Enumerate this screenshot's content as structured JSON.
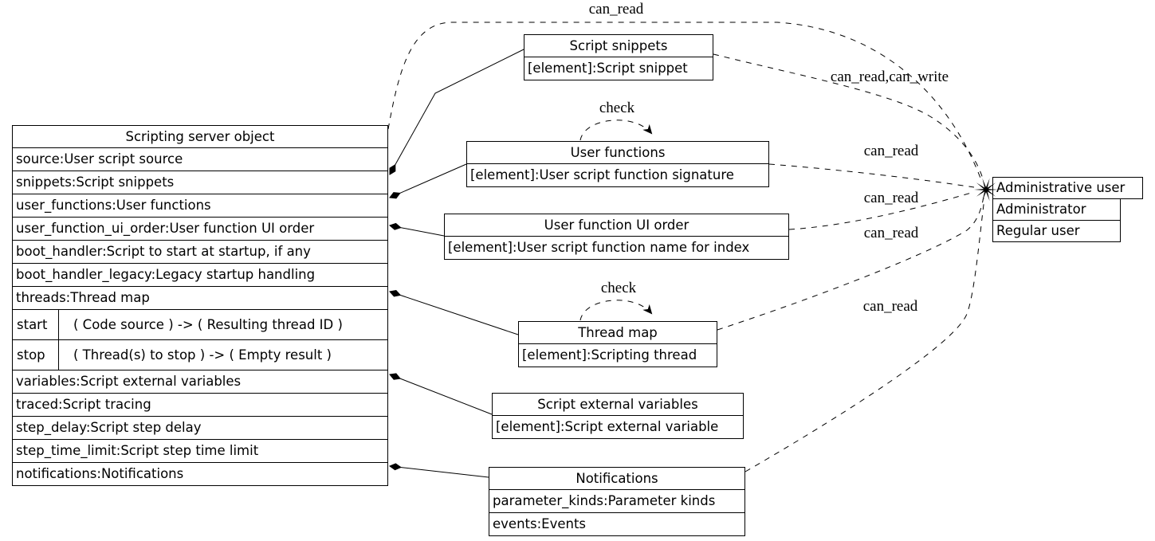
{
  "server": {
    "title": "Scripting server object",
    "rows_top": [
      "source:User script source",
      "snippets:Script snippets",
      "user_functions:User functions",
      "user_function_ui_order:User function UI order",
      "boot_handler:Script to start at startup, if any",
      "boot_handler_legacy:Legacy startup handling",
      "threads:Thread map"
    ],
    "methods": [
      {
        "name": "start",
        "signature": "( Code source )  -> ( Resulting thread ID )"
      },
      {
        "name": "stop",
        "signature": "( Thread(s) to stop )  -> ( Empty result )"
      }
    ],
    "rows_bottom": [
      "variables:Script external variables",
      "traced:Script tracing",
      "step_delay:Script step delay",
      "step_time_limit:Script step time limit",
      "notifications:Notifications"
    ]
  },
  "nodes": {
    "script_snippets": {
      "title": "Script snippets",
      "rows": [
        "[element]:Script snippet"
      ]
    },
    "user_functions": {
      "title": "User functions",
      "rows": [
        "[element]:User script function signature"
      ]
    },
    "user_function_ui_order": {
      "title": "User function UI order",
      "rows": [
        "[element]:User script function name for index"
      ]
    },
    "thread_map": {
      "title": "Thread map",
      "rows": [
        "[element]:Scripting thread"
      ]
    },
    "script_external_variables": {
      "title": "Script external variables",
      "rows": [
        "[element]:Script external variable"
      ]
    },
    "notifications": {
      "title": "Notifications",
      "rows": [
        "parameter_kinds:Parameter kinds",
        "events:Events"
      ]
    },
    "administrative_user": {
      "title": "Administrative user",
      "rows": [
        "Administrator",
        "Regular user"
      ]
    }
  },
  "edge_labels": {
    "server_to_admin": "can_read",
    "snippets_to_admin": "can_read,can_write",
    "user_functions_to_admin": "can_read",
    "ui_order_to_admin": "can_read",
    "thread_map_to_admin": "can_read",
    "notifications_to_admin": "can_read",
    "user_functions_check": "check",
    "thread_map_check": "check"
  },
  "colors": {
    "line": "#000000",
    "background": "#ffffff"
  }
}
